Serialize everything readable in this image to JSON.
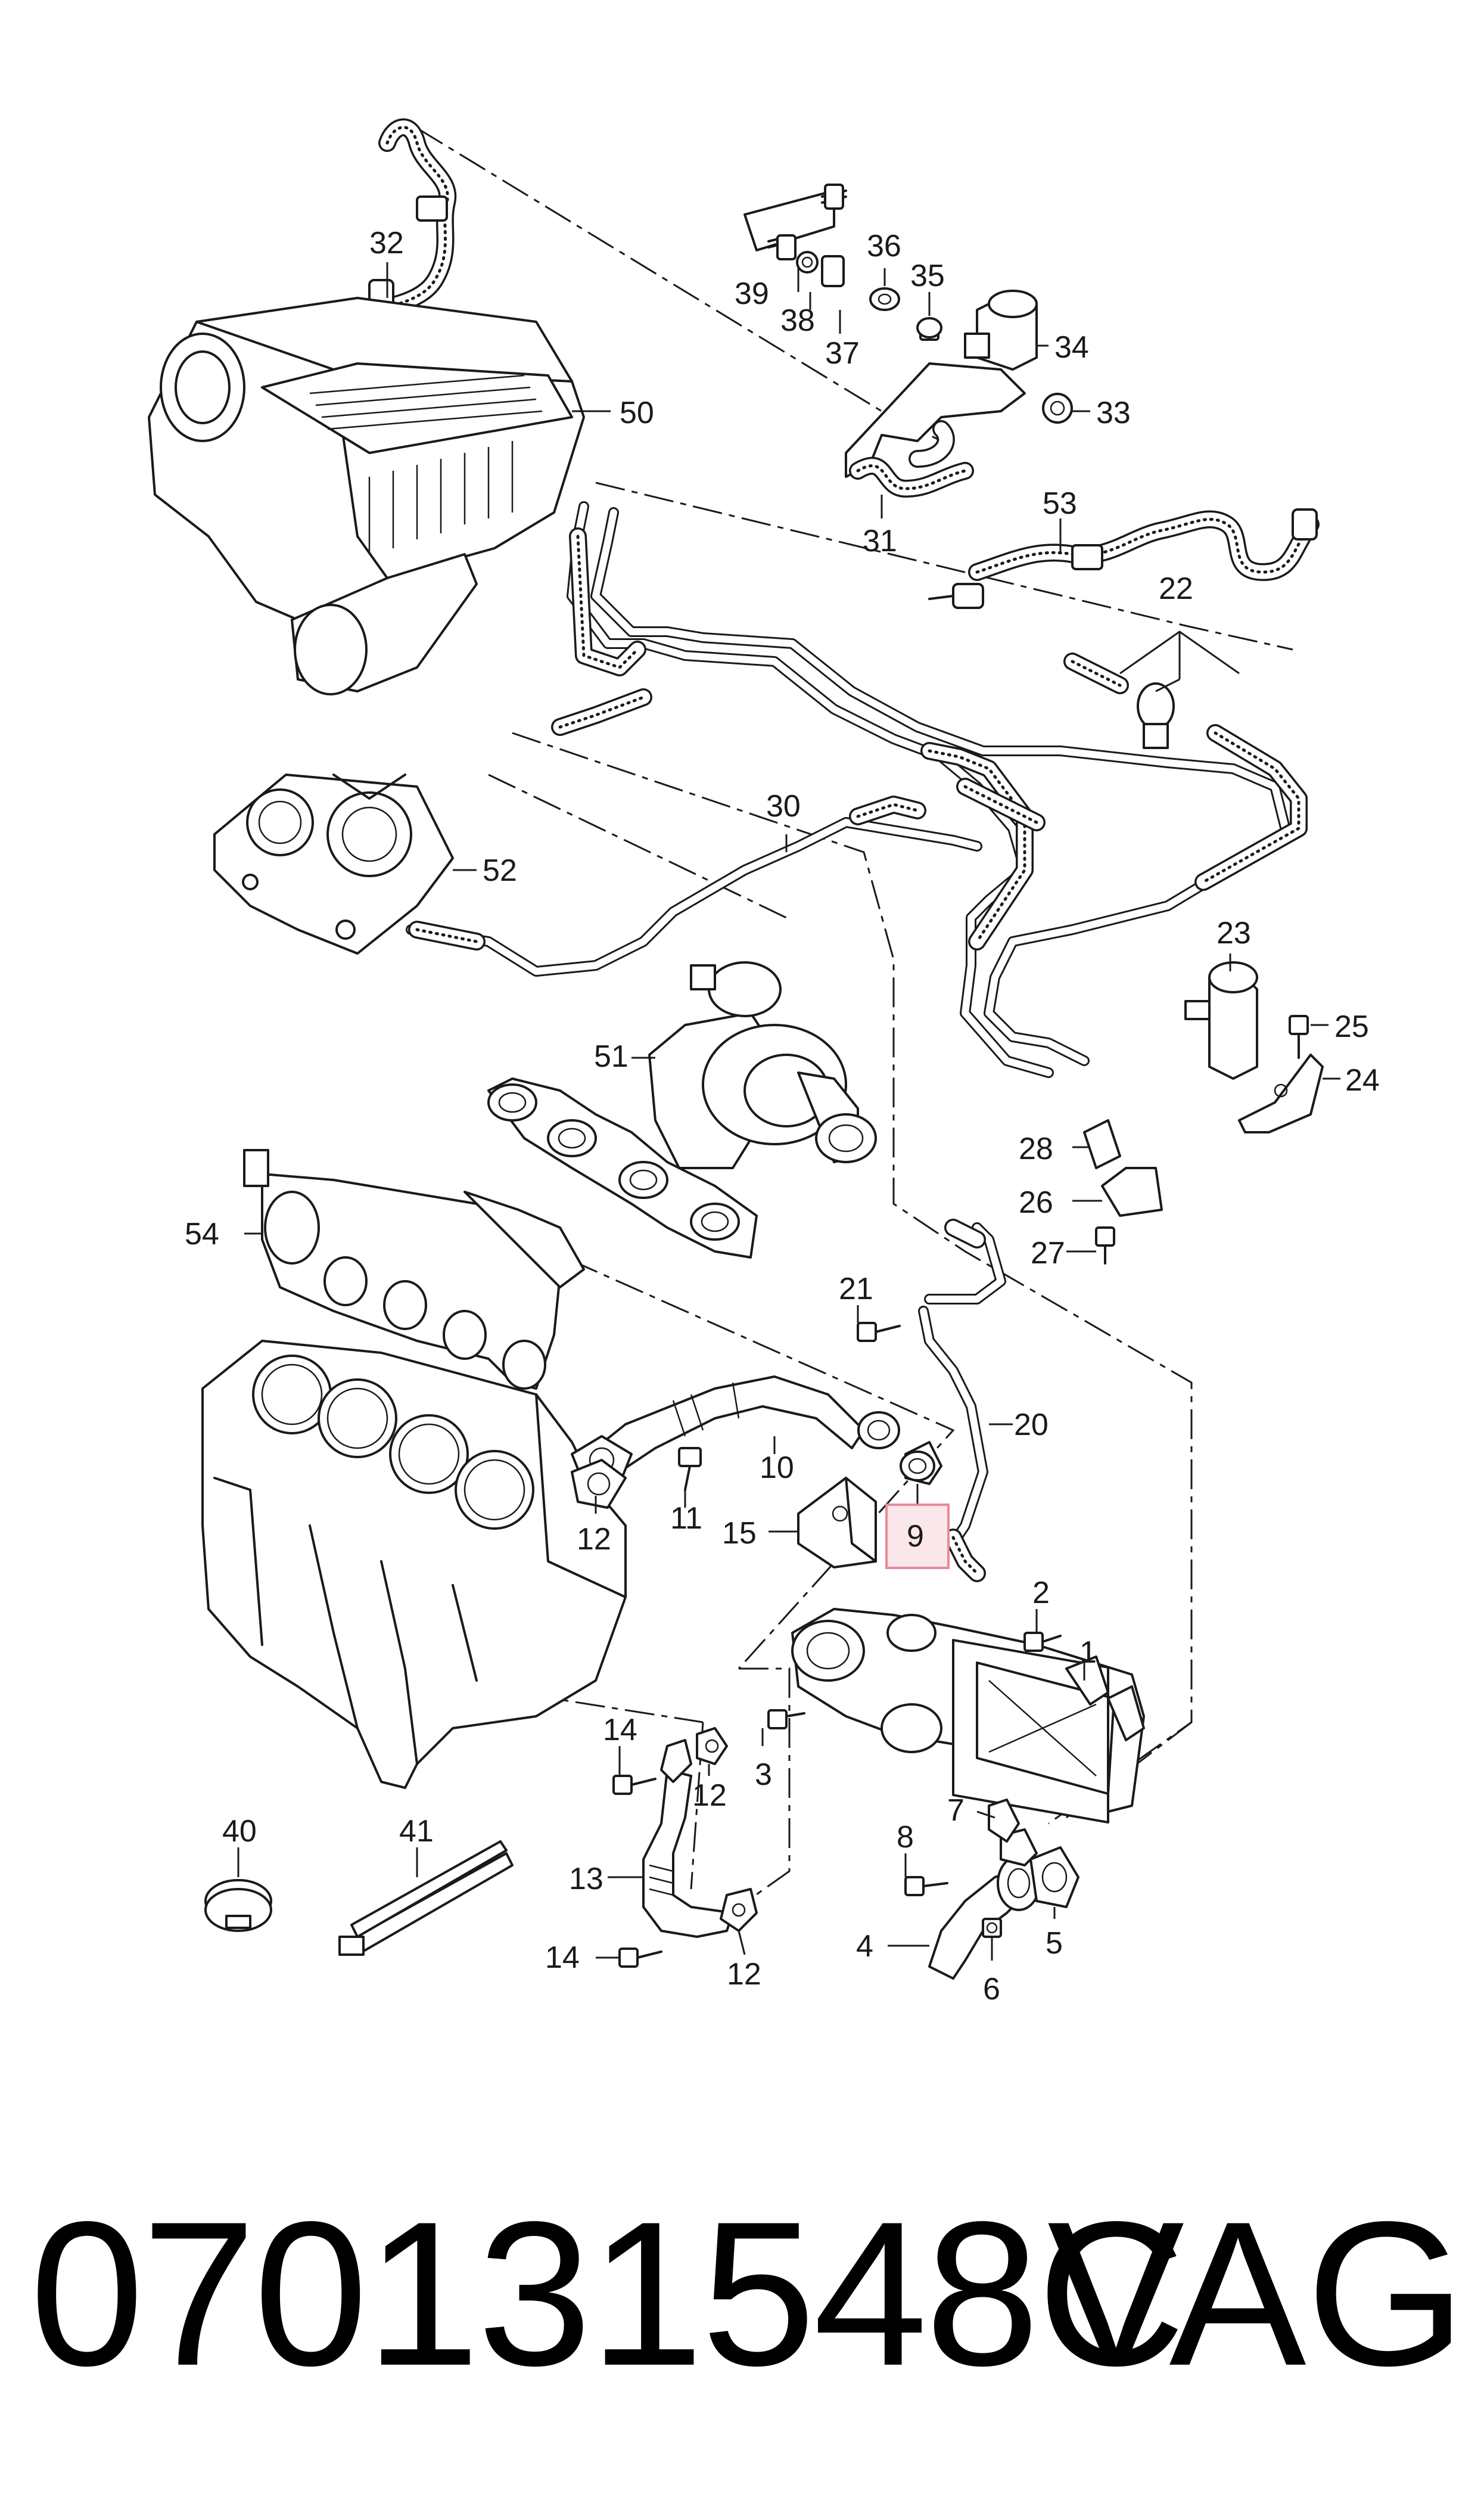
{
  "diagram": {
    "title": "",
    "callouts": [
      "1",
      "2",
      "3",
      "4",
      "5",
      "6",
      "7",
      "8",
      "9",
      "10",
      "11",
      "12",
      "12",
      "12",
      "13",
      "14",
      "14",
      "15",
      "20",
      "21",
      "22",
      "23",
      "24",
      "25",
      "26",
      "27",
      "28",
      "30",
      "31",
      "32",
      "33",
      "34",
      "35",
      "36",
      "37",
      "38",
      "39",
      "40",
      "41",
      "50",
      "51",
      "52",
      "53",
      "54"
    ],
    "highlighted_callout": "9",
    "highlight_color": "#e58b97"
  },
  "footer": {
    "part_number": "070131548C",
    "brand": "VAG"
  }
}
